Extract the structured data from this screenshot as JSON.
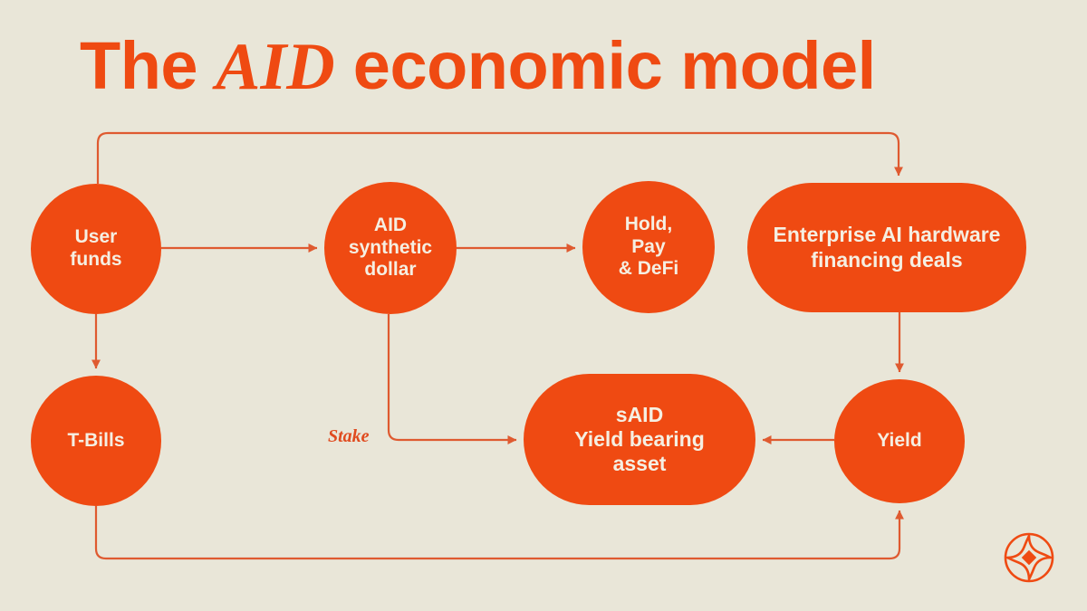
{
  "page": {
    "background_color": "#e9e6d8",
    "accent_color": "#ef4a12",
    "node_text_color": "#f5efe2",
    "connector_color": "#df5a30"
  },
  "title": {
    "prefix": "The ",
    "emphasis": "AID",
    "suffix": " economic model",
    "full": "The AID economic model"
  },
  "diagram": {
    "type": "flow",
    "nodes": [
      {
        "id": "user-funds",
        "label": "User\nfunds",
        "shape": "circle",
        "line1": "User",
        "line2": "funds",
        "line3": ""
      },
      {
        "id": "t-bills",
        "label": "T-Bills",
        "shape": "circle",
        "line1": "T-Bills",
        "line2": "",
        "line3": ""
      },
      {
        "id": "aid-dollar",
        "label": "AID synthetic dollar",
        "shape": "circle",
        "line1": "AID",
        "line2": "synthetic",
        "line3": "dollar"
      },
      {
        "id": "hold-pay",
        "label": "Hold, Pay & DeFi",
        "shape": "circle",
        "line1": "Hold,",
        "line2": "Pay",
        "line3": "& DeFi"
      },
      {
        "id": "enterprise",
        "label": "Enterprise AI hardware financing deals",
        "shape": "pill",
        "line1": "Enterprise AI hardware",
        "line2": "financing deals",
        "line3": ""
      },
      {
        "id": "said",
        "label": "sAID Yield bearing asset",
        "shape": "pill",
        "line1": "sAID",
        "line2": "Yield bearing",
        "line3": "asset"
      },
      {
        "id": "yield",
        "label": "Yield",
        "shape": "circle",
        "line1": "Yield",
        "line2": "",
        "line3": ""
      }
    ],
    "edges": [
      {
        "id": "user-to-aid",
        "from": "user-funds",
        "to": "aid-dollar",
        "label": ""
      },
      {
        "id": "user-to-tbills",
        "from": "user-funds",
        "to": "t-bills",
        "label": ""
      },
      {
        "id": "user-to-enterprise",
        "from": "user-funds",
        "to": "enterprise",
        "label": ""
      },
      {
        "id": "aid-to-hold",
        "from": "aid-dollar",
        "to": "hold-pay",
        "label": ""
      },
      {
        "id": "aid-to-said",
        "from": "aid-dollar",
        "to": "said",
        "label": "Stake"
      },
      {
        "id": "enterprise-to-yield",
        "from": "enterprise",
        "to": "yield",
        "label": ""
      },
      {
        "id": "yield-to-said",
        "from": "yield",
        "to": "said",
        "label": ""
      },
      {
        "id": "tbills-to-yield",
        "from": "t-bills",
        "to": "yield",
        "label": ""
      }
    ]
  },
  "logo": {
    "name": "brand-mark",
    "shape": "circle-with-four-petals-and-diamond"
  }
}
